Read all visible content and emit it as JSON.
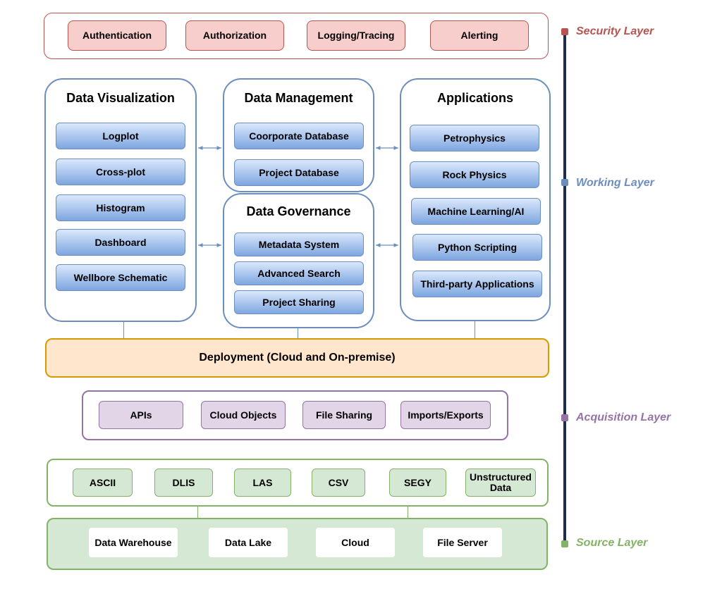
{
  "security": {
    "items": [
      "Authentication",
      "Authorization",
      "Logging/Tracing",
      "Alerting"
    ],
    "color": "#b85450"
  },
  "working": {
    "visualization": {
      "title": "Data Visualization",
      "items": [
        "Logplot",
        "Cross-plot",
        "Histogram",
        "Dashboard",
        "Wellbore Schematic"
      ]
    },
    "management": {
      "title": "Data Management",
      "items": [
        "Coorporate Database",
        "Project Database"
      ]
    },
    "governance": {
      "title": "Data Governance",
      "items": [
        "Metadata System",
        "Advanced Search",
        "Project Sharing"
      ]
    },
    "applications": {
      "title": "Applications",
      "items": [
        "Petrophysics",
        "Rock Physics",
        "Machine Learning/AI",
        "Python Scripting",
        "Third-party Applications"
      ]
    },
    "color": "#6c8ebf"
  },
  "deployment": {
    "label": "Deployment (Cloud and On-premise)",
    "color": "#d79b00"
  },
  "acquisition": {
    "items": [
      "APIs",
      "Cloud Objects",
      "File Sharing",
      "Imports/Exports"
    ],
    "color": "#9673a6"
  },
  "source": {
    "formats": [
      "ASCII",
      "DLIS",
      "LAS",
      "CSV",
      "SEGY",
      "Unstructured Data"
    ],
    "stores": [
      "Data Warehouse",
      "Data Lake",
      "Cloud",
      "File Server"
    ],
    "color": "#82b366"
  },
  "layers": {
    "security": "Security Layer",
    "working": "Working Layer",
    "acquisition": "Acquisition Layer",
    "source": "Source Layer"
  }
}
